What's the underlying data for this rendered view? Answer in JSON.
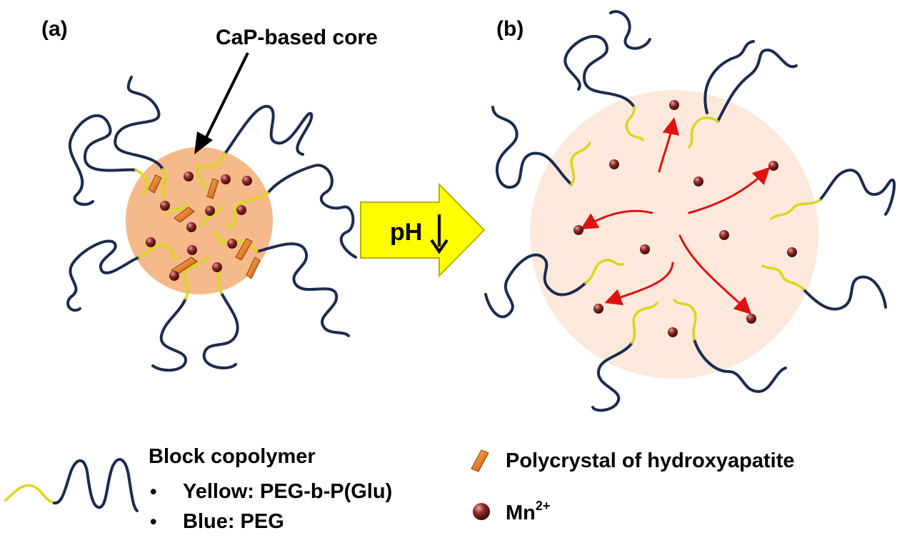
{
  "panels": {
    "a_label": "(a)",
    "b_label": "(b)"
  },
  "core_label": "CaP-based core",
  "arrow_label": "pH",
  "legend": {
    "copolymer_title": "Block copolymer",
    "bullet": "•",
    "yellow_item": "Yellow: PEG-b-P(Glu)",
    "blue_item": "Blue: PEG",
    "crystal_label": "Polycrystal of hydroxyapatite",
    "ion_label": "Mn",
    "ion_charge": "2+"
  },
  "colors": {
    "core_fill": "#f6b98a",
    "swollen_fill": "#fde9dc",
    "peg_blue": "#1c2b4f",
    "pglu_yellow": "#d8d81a",
    "ion": "#7a1f1f",
    "crystal": "#e8822a",
    "release_arrow": "#e01010",
    "ph_arrow_fill": "#ffff00"
  },
  "icons": [
    "down-arrow-icon",
    "copolymer-icon",
    "crystal-icon",
    "mn-ion-icon"
  ]
}
